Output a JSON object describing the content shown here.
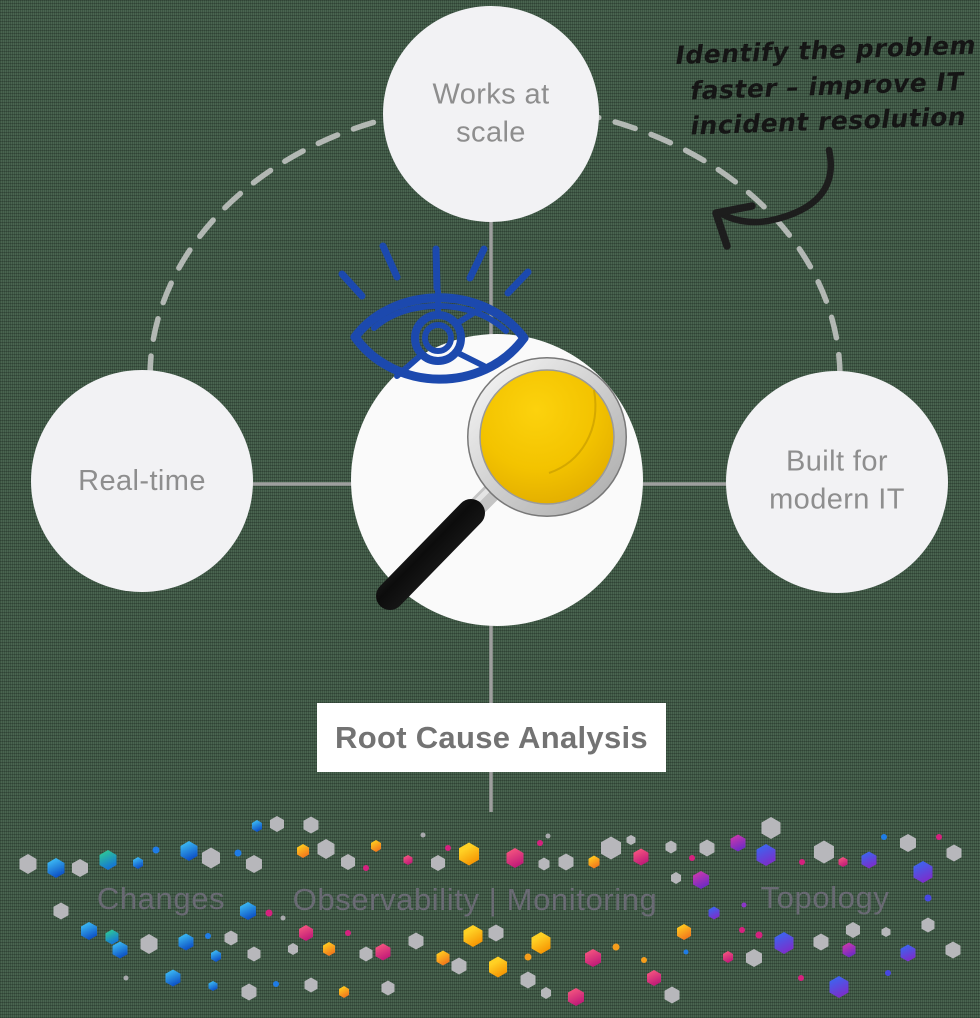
{
  "diagram_title": "Root Cause Analysis",
  "colors": {
    "background": "#4a6450",
    "circle_fill": "#f2f2f4",
    "center_circle_fill": "#fafafa",
    "circle_text": "#8e8e8e",
    "line": "#9e9e9e",
    "dash": "#b3b8b4",
    "eye_blue": "#1c49ae",
    "lens_yellow": "#f2c400",
    "rca_text": "#737373",
    "bottom_text": "#6a6a74",
    "annotation_ink": "#151515"
  },
  "icons": {
    "center": "magnifying-glass-icon",
    "vision": "eye-icon",
    "annotation_pointer": "curved-arrow-icon"
  },
  "circles": {
    "top": {
      "label": "Works at scale"
    },
    "left": {
      "label": "Real-time"
    },
    "right": {
      "label": "Built for modern IT"
    }
  },
  "rca": {
    "label": "Root Cause Analysis"
  },
  "annotation": {
    "lines": [
      "Identify the problem",
      "faster – improve IT",
      "incident resolution"
    ]
  },
  "bottom_labels": [
    {
      "label": "Changes"
    },
    {
      "label": "Observability | Monitoring"
    },
    {
      "label": "Topology"
    }
  ],
  "hex_palette": {
    "gray": "#b7b7bb",
    "blue": "linear-gradient(155deg,#3ab6f2 15%,#0d4fc4 85%)",
    "teal": "linear-gradient(155deg,#2cc39b 15%,#1472d6 85%)",
    "orange": "linear-gradient(150deg,#ffc41f 20%,#f0701c 90%)",
    "amber": "linear-gradient(150deg,#ffd024 30%,#f59000 90%)",
    "magenta": "linear-gradient(155deg,#f2527f 15%,#c01a78 85%)",
    "purple": "linear-gradient(155deg,#c437ae 15%,#6d2bc4 85%)",
    "indigo": "linear-gradient(155deg,#3f62ee 15%,#7c2ecb 85%)",
    "blueDot": "#1f7ce6",
    "magentaDot": "#d6217e",
    "grayDot": "#a9a9ad",
    "purpleDot": "#8d36c9",
    "indigoDot": "#4747e2",
    "orangeDot": "#f59d1c"
  },
  "hexagons": {
    "legend": "[x, y, size, colorKey, shape(h=hex,d=dot)]",
    "items": [
      [
        28,
        864,
        17,
        "gray",
        "h"
      ],
      [
        56,
        868,
        17,
        "blue",
        "h"
      ],
      [
        80,
        868,
        16,
        "gray",
        "h"
      ],
      [
        108,
        860,
        17,
        "teal",
        "h"
      ],
      [
        138,
        863,
        10,
        "blue",
        "h"
      ],
      [
        156,
        850,
        7,
        "blueDot",
        "d"
      ],
      [
        189,
        851,
        17,
        "blue",
        "h"
      ],
      [
        211,
        858,
        18,
        "gray",
        "h"
      ],
      [
        238,
        853,
        7,
        "blueDot",
        "d"
      ],
      [
        254,
        864,
        16,
        "gray",
        "h"
      ],
      [
        257,
        826,
        10,
        "blue",
        "h"
      ],
      [
        277,
        824,
        14,
        "gray",
        "h"
      ],
      [
        311,
        825,
        15,
        "gray",
        "h"
      ],
      [
        303,
        851,
        12,
        "orange",
        "h"
      ],
      [
        326,
        849,
        17,
        "gray",
        "h"
      ],
      [
        348,
        862,
        14,
        "gray",
        "h"
      ],
      [
        366,
        868,
        6,
        "magentaDot",
        "d"
      ],
      [
        376,
        846,
        10,
        "orange",
        "h"
      ],
      [
        408,
        860,
        9,
        "magenta",
        "h"
      ],
      [
        423,
        835,
        5,
        "grayDot",
        "d"
      ],
      [
        448,
        848,
        6,
        "magentaDot",
        "d"
      ],
      [
        469,
        854,
        20,
        "amber",
        "h"
      ],
      [
        438,
        863,
        14,
        "gray",
        "h"
      ],
      [
        548,
        836,
        5,
        "grayDot",
        "d"
      ],
      [
        61,
        911,
        15,
        "gray",
        "h"
      ],
      [
        89,
        931,
        16,
        "blue",
        "h"
      ],
      [
        112,
        937,
        13,
        "teal",
        "h"
      ],
      [
        120,
        950,
        15,
        "blue",
        "h"
      ],
      [
        149,
        944,
        17,
        "gray",
        "h"
      ],
      [
        186,
        942,
        15,
        "blue",
        "h"
      ],
      [
        208,
        936,
        6,
        "blueDot",
        "d"
      ],
      [
        216,
        956,
        10,
        "blue",
        "h"
      ],
      [
        231,
        938,
        13,
        "gray",
        "h"
      ],
      [
        248,
        911,
        16,
        "blue",
        "h"
      ],
      [
        269,
        913,
        7,
        "magentaDot",
        "d"
      ],
      [
        283,
        918,
        5,
        "grayDot",
        "d"
      ],
      [
        254,
        954,
        13,
        "gray",
        "h"
      ],
      [
        293,
        949,
        10,
        "gray",
        "h"
      ],
      [
        306,
        933,
        14,
        "magenta",
        "h"
      ],
      [
        329,
        949,
        12,
        "orange",
        "h"
      ],
      [
        348,
        933,
        6,
        "magentaDot",
        "d"
      ],
      [
        366,
        954,
        13,
        "gray",
        "h"
      ],
      [
        383,
        952,
        15,
        "magenta",
        "h"
      ],
      [
        416,
        941,
        15,
        "gray",
        "h"
      ],
      [
        443,
        958,
        13,
        "orange",
        "h"
      ],
      [
        459,
        966,
        15,
        "gray",
        "h"
      ],
      [
        473,
        936,
        19,
        "amber",
        "h"
      ],
      [
        126,
        978,
        5,
        "grayDot",
        "d"
      ],
      [
        173,
        978,
        15,
        "blue",
        "h"
      ],
      [
        213,
        986,
        9,
        "blue",
        "h"
      ],
      [
        249,
        992,
        15,
        "gray",
        "h"
      ],
      [
        276,
        984,
        6,
        "blueDot",
        "d"
      ],
      [
        311,
        985,
        13,
        "gray",
        "h"
      ],
      [
        344,
        992,
        10,
        "orange",
        "h"
      ],
      [
        388,
        988,
        13,
        "gray",
        "h"
      ],
      [
        515,
        858,
        17,
        "magenta",
        "h"
      ],
      [
        540,
        843,
        6,
        "magentaDot",
        "d"
      ],
      [
        544,
        864,
        11,
        "gray",
        "h"
      ],
      [
        566,
        862,
        15,
        "gray",
        "h"
      ],
      [
        594,
        862,
        11,
        "orange",
        "h"
      ],
      [
        611,
        848,
        20,
        "gray",
        "h"
      ],
      [
        631,
        840,
        9,
        "gray",
        "h"
      ],
      [
        641,
        857,
        15,
        "magenta",
        "h"
      ],
      [
        671,
        847,
        11,
        "gray",
        "h"
      ],
      [
        692,
        858,
        6,
        "magentaDot",
        "d"
      ],
      [
        707,
        848,
        15,
        "gray",
        "h"
      ],
      [
        738,
        843,
        15,
        "purple",
        "h"
      ],
      [
        766,
        855,
        19,
        "indigo",
        "h"
      ],
      [
        771,
        828,
        19,
        "gray",
        "h"
      ],
      [
        802,
        862,
        6,
        "magentaDot",
        "d"
      ],
      [
        824,
        852,
        20,
        "gray",
        "h"
      ],
      [
        843,
        862,
        9,
        "magenta",
        "h"
      ],
      [
        869,
        860,
        15,
        "indigo",
        "h"
      ],
      [
        884,
        837,
        6,
        "blueDot",
        "d"
      ],
      [
        908,
        843,
        16,
        "gray",
        "h"
      ],
      [
        923,
        872,
        19,
        "indigo",
        "h"
      ],
      [
        939,
        837,
        6,
        "magentaDot",
        "d"
      ],
      [
        954,
        853,
        15,
        "gray",
        "h"
      ],
      [
        676,
        878,
        10,
        "gray",
        "h"
      ],
      [
        701,
        880,
        16,
        "purple",
        "h"
      ],
      [
        714,
        913,
        11,
        "indigo",
        "h"
      ],
      [
        744,
        905,
        5,
        "purpleDot",
        "d"
      ],
      [
        742,
        930,
        6,
        "magentaDot",
        "d"
      ],
      [
        759,
        935,
        7,
        "magentaDot",
        "d"
      ],
      [
        728,
        957,
        10,
        "magenta",
        "h"
      ],
      [
        754,
        958,
        16,
        "gray",
        "h"
      ],
      [
        784,
        943,
        19,
        "indigo",
        "h"
      ],
      [
        821,
        942,
        15,
        "gray",
        "h"
      ],
      [
        849,
        950,
        13,
        "purple",
        "h"
      ],
      [
        853,
        930,
        14,
        "gray",
        "h"
      ],
      [
        886,
        932,
        9,
        "gray",
        "h"
      ],
      [
        888,
        973,
        6,
        "indigoDot",
        "d"
      ],
      [
        908,
        953,
        15,
        "indigo",
        "h"
      ],
      [
        928,
        925,
        13,
        "gray",
        "h"
      ],
      [
        953,
        950,
        15,
        "gray",
        "h"
      ],
      [
        839,
        987,
        19,
        "indigo",
        "h"
      ],
      [
        801,
        978,
        6,
        "magentaDot",
        "d"
      ],
      [
        928,
        898,
        7,
        "indigoDot",
        "d"
      ],
      [
        496,
        933,
        15,
        "gray",
        "h"
      ],
      [
        541,
        943,
        19,
        "amber",
        "h"
      ],
      [
        528,
        957,
        7,
        "orangeDot",
        "d"
      ],
      [
        498,
        967,
        18,
        "amber",
        "h"
      ],
      [
        528,
        980,
        15,
        "gray",
        "h"
      ],
      [
        593,
        958,
        16,
        "magenta",
        "h"
      ],
      [
        616,
        947,
        7,
        "orangeDot",
        "d"
      ],
      [
        644,
        960,
        6,
        "orangeDot",
        "d"
      ],
      [
        654,
        978,
        14,
        "magenta",
        "h"
      ],
      [
        576,
        997,
        16,
        "magenta",
        "h"
      ],
      [
        546,
        993,
        10,
        "gray",
        "h"
      ],
      [
        672,
        995,
        15,
        "gray",
        "h"
      ],
      [
        684,
        932,
        14,
        "orange",
        "h"
      ],
      [
        686,
        952,
        5,
        "blueDot",
        "d"
      ]
    ]
  }
}
